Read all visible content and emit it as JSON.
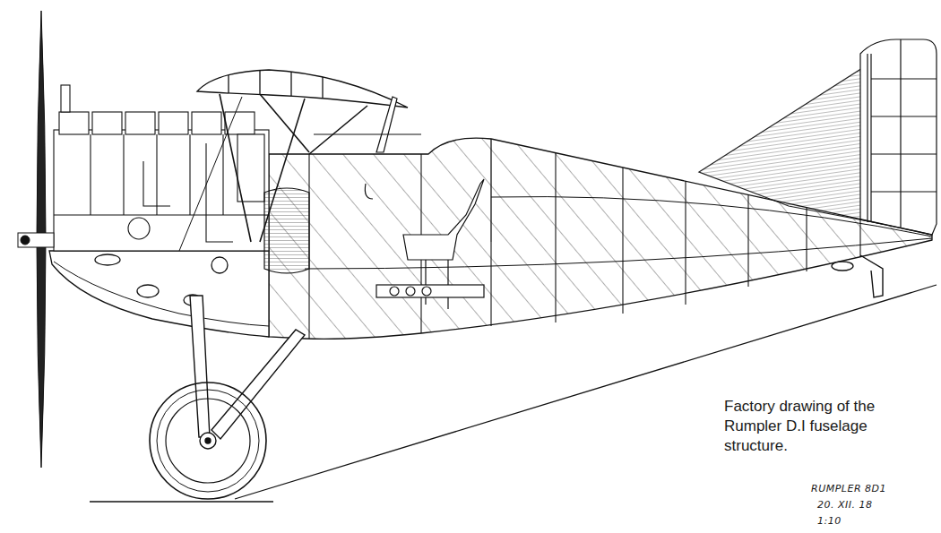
{
  "diagram": {
    "caption": "Factory drawing of the Rumpler D.I fuselage structure.",
    "labels": [
      "RUMPLER 8D1",
      "20. XII. 18",
      "1:10"
    ]
  }
}
